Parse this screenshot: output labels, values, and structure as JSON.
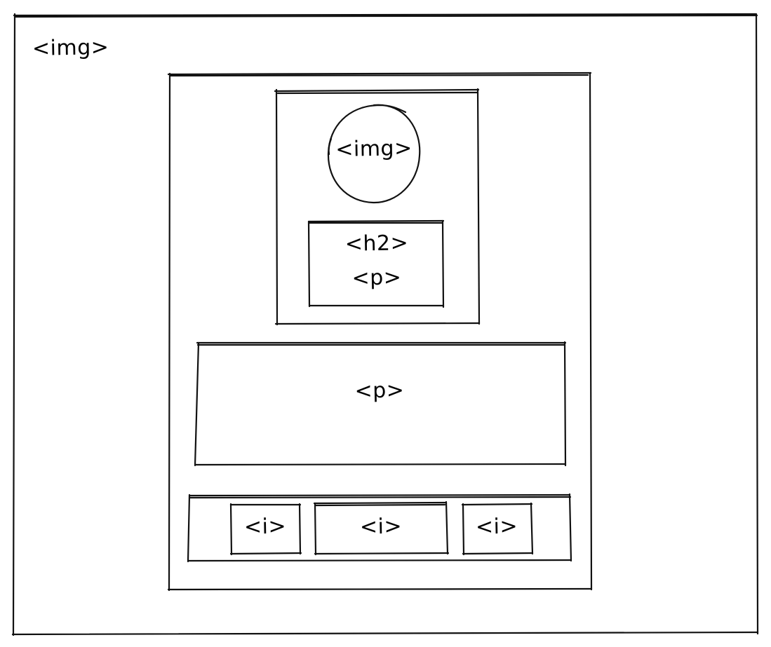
{
  "diagram": {
    "background_image_label": "<img>",
    "card": {
      "profile": {
        "avatar_label": "<img>",
        "heading_label": "<h2>",
        "subtitle_label": "<p>"
      },
      "description_label": "<p>",
      "icons": [
        {
          "label": "<i>"
        },
        {
          "label": "<i>"
        },
        {
          "label": "<i>"
        }
      ]
    }
  }
}
